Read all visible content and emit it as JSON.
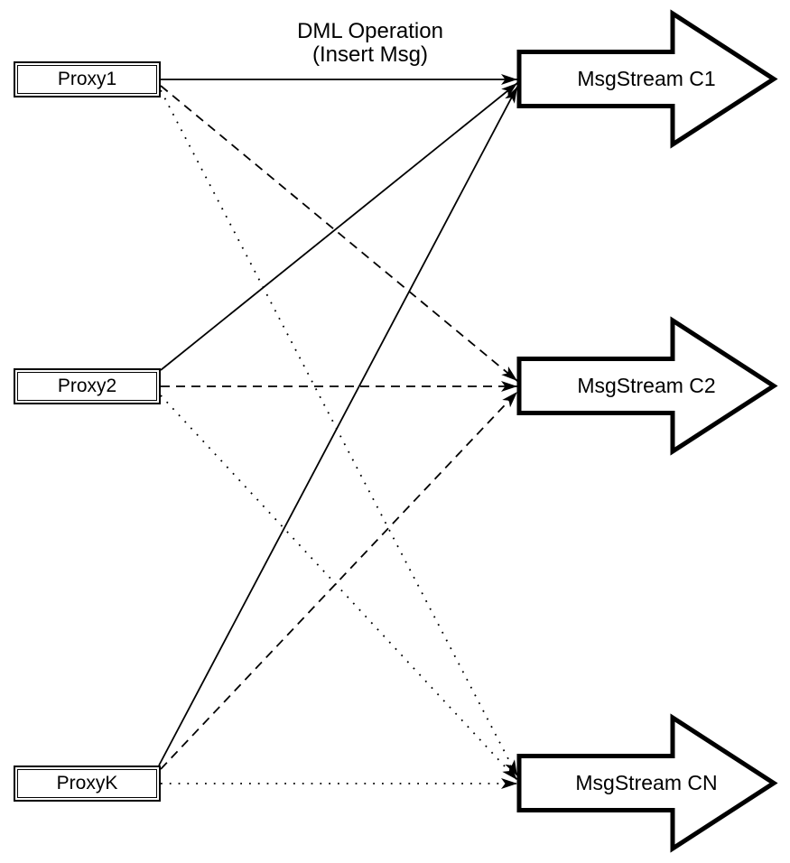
{
  "annotation": {
    "line1": "DML Operation",
    "line2": "(Insert Msg)"
  },
  "proxies": [
    {
      "label": "Proxy1"
    },
    {
      "label": "Proxy2"
    },
    {
      "label": "ProxyK"
    }
  ],
  "streams": [
    {
      "label": "MsgStream C1"
    },
    {
      "label": "MsgStream C2"
    },
    {
      "label": "MsgStream CN"
    }
  ],
  "edges": [
    {
      "from": "Proxy1",
      "to": "MsgStream C1",
      "line_style": "solid"
    },
    {
      "from": "Proxy2",
      "to": "MsgStream C1",
      "line_style": "solid"
    },
    {
      "from": "ProxyK",
      "to": "MsgStream C1",
      "line_style": "solid"
    },
    {
      "from": "Proxy1",
      "to": "MsgStream C2",
      "line_style": "dashed"
    },
    {
      "from": "Proxy2",
      "to": "MsgStream C2",
      "line_style": "dashed"
    },
    {
      "from": "ProxyK",
      "to": "MsgStream C2",
      "line_style": "dashed"
    },
    {
      "from": "Proxy1",
      "to": "MsgStream CN",
      "line_style": "dotted"
    },
    {
      "from": "Proxy2",
      "to": "MsgStream CN",
      "line_style": "dotted"
    },
    {
      "from": "ProxyK",
      "to": "MsgStream CN",
      "line_style": "dotted"
    }
  ],
  "colors": {
    "stroke": "#000000",
    "shape_fill": "#ffffff",
    "background": "#ffffff"
  }
}
